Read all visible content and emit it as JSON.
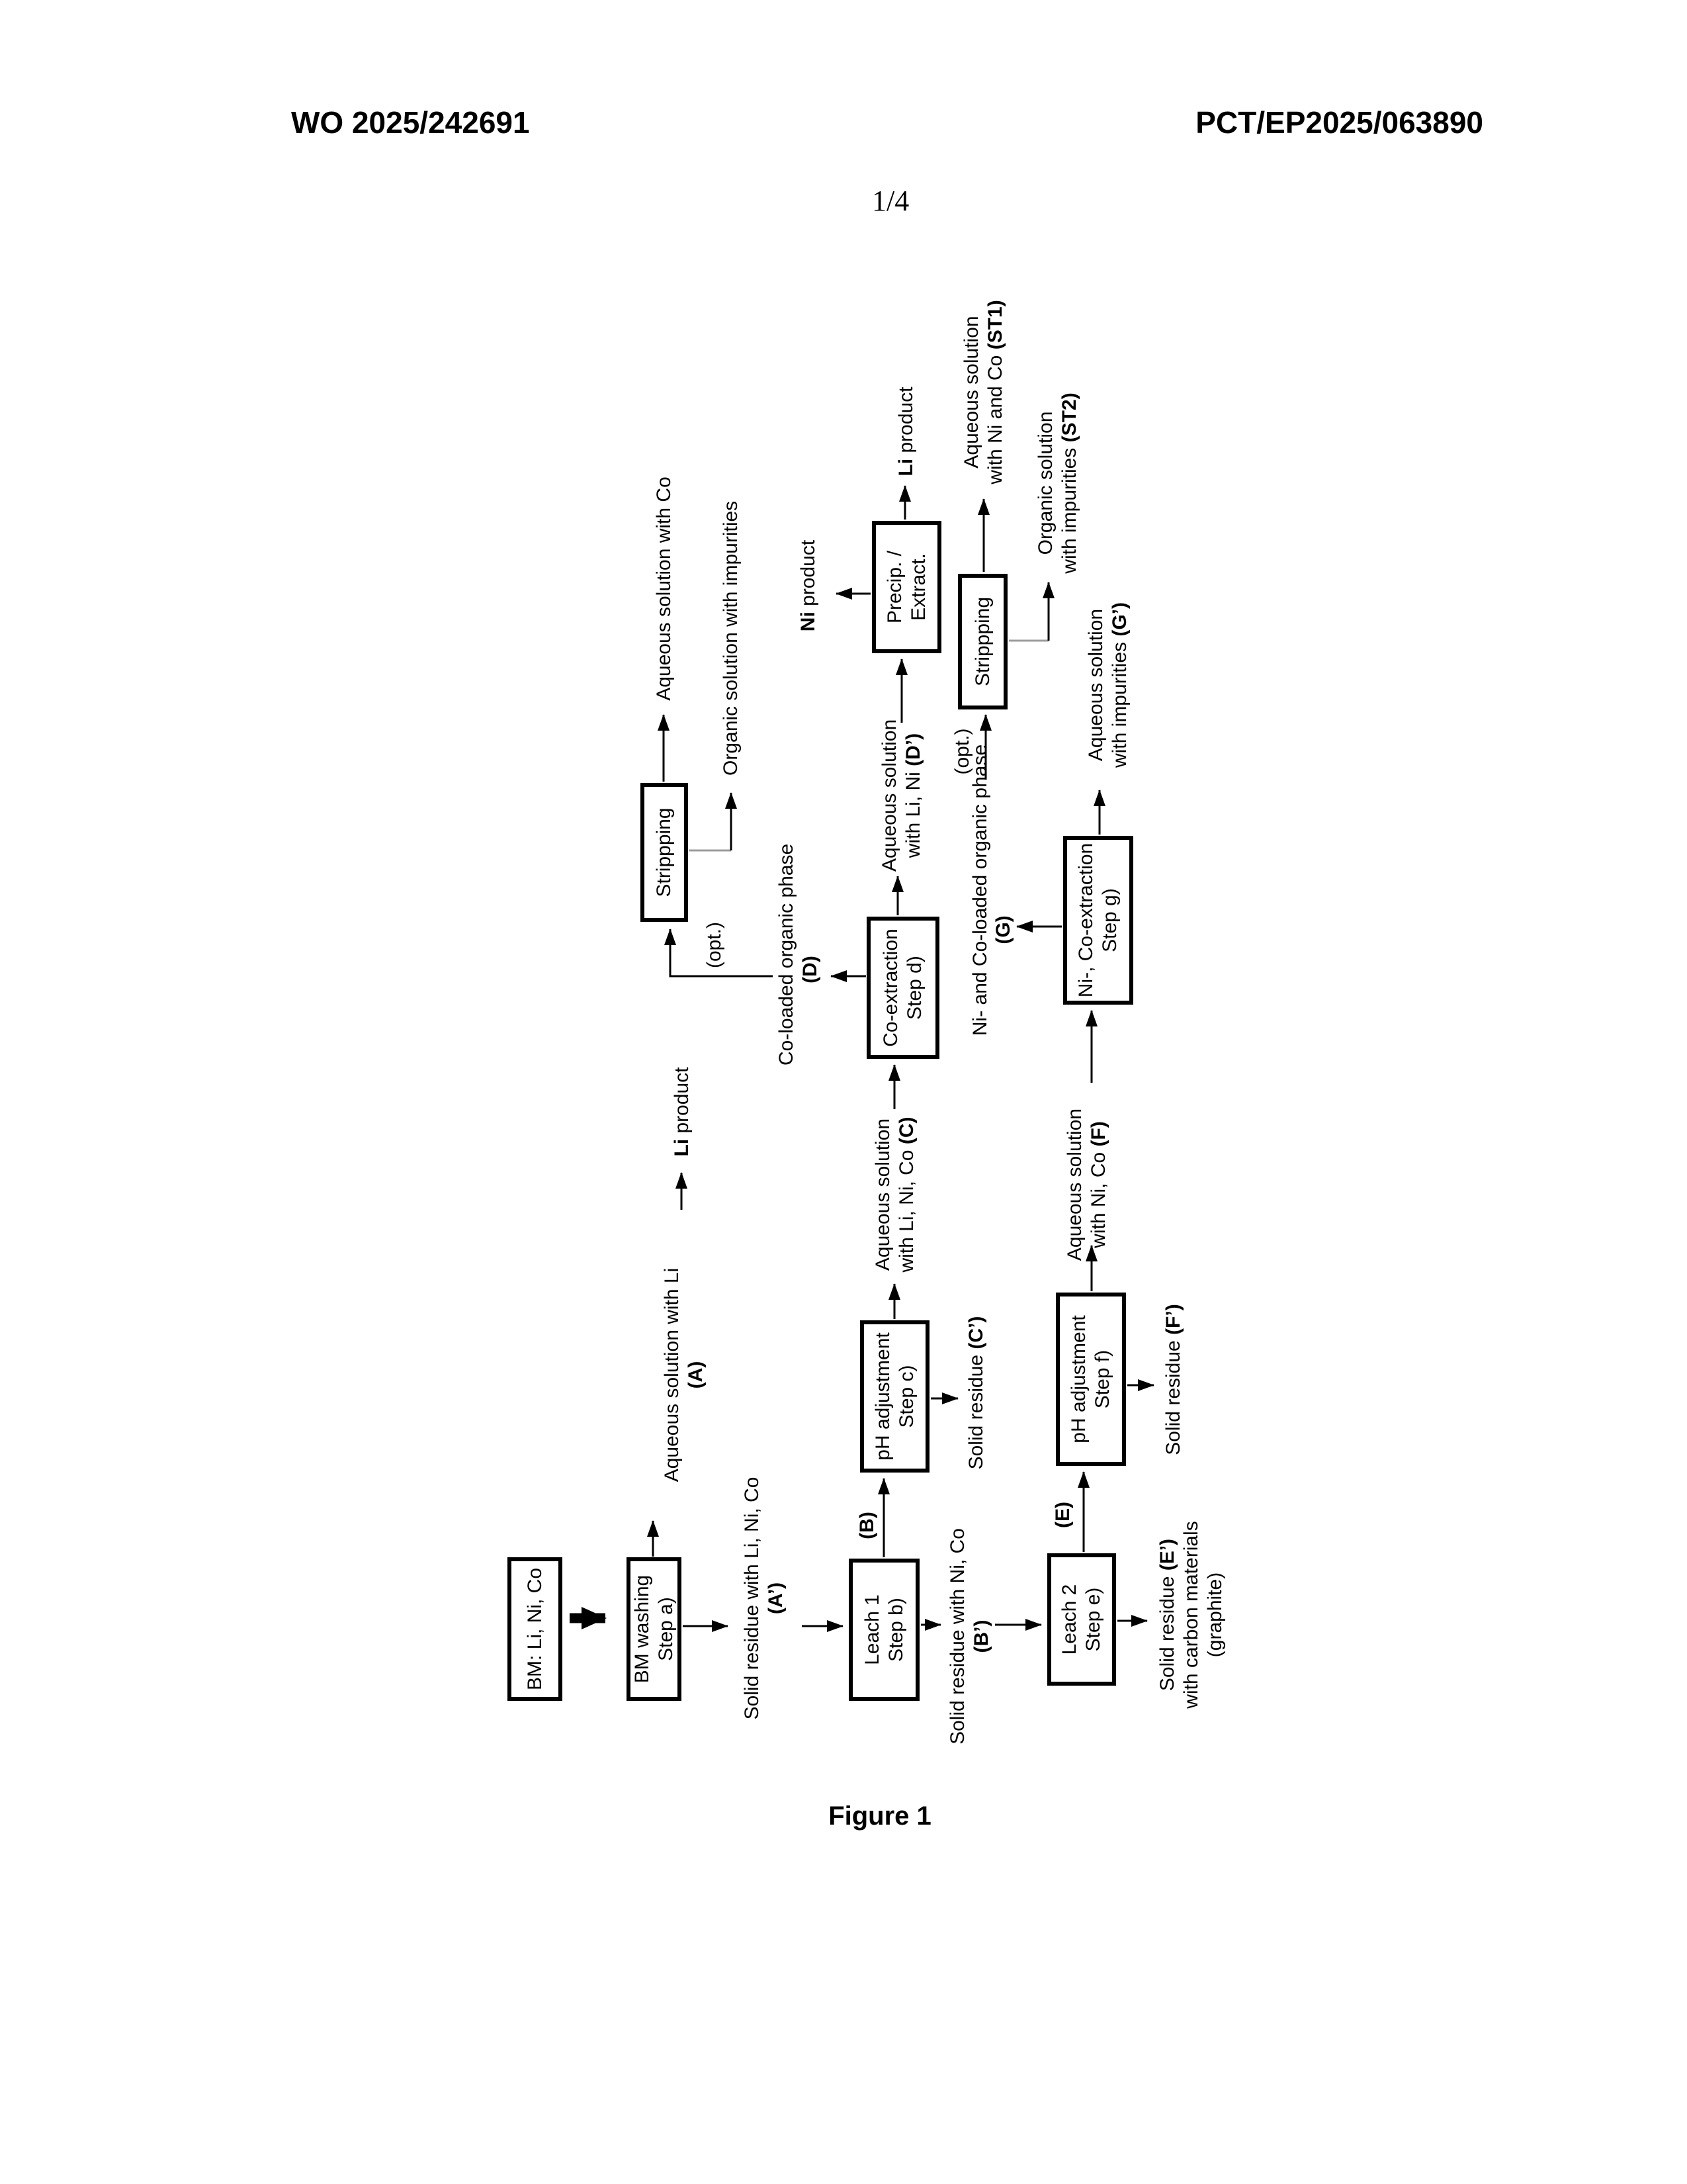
{
  "header": {
    "left": "WO 2025/242691",
    "right": "PCT/EP2025/063890",
    "page": "1/4"
  },
  "figure": {
    "caption": "Figure 1"
  },
  "boxes": {
    "bm": {
      "l1": "BM: Li, Ni, Co"
    },
    "bm_washing": {
      "l1": "BM washing",
      "l2": "Step a)"
    },
    "leach1": {
      "l1": "Leach 1",
      "l2": "Step b)"
    },
    "leach2": {
      "l1": "Leach 2",
      "l2": "Step e)"
    },
    "ph_c": {
      "l1": "pH adjustment",
      "l2": "Step c)"
    },
    "ph_f": {
      "l1": "pH adjustment",
      "l2": "Step f)"
    },
    "co_ext": {
      "l1": "Co-extraction",
      "l2": "Step d)"
    },
    "nico_ext": {
      "l1": "Ni-, Co-extraction",
      "l2": "Step g)"
    },
    "strip1": {
      "l1": "Strippping"
    },
    "precip": {
      "l1": "Precip. /",
      "l2": "Extract."
    },
    "strip2": {
      "l1": "Strippping"
    }
  },
  "labels": {
    "aq_a": {
      "l1": "Aqueous solution with Li",
      "l2": "(A)"
    },
    "li_product_1": {
      "strong": "Li",
      "rest": " product"
    },
    "solid_a": {
      "l1": "Solid residue with Li, Ni, Co",
      "l2": "(A’)"
    },
    "b": "(B)",
    "solid_b": {
      "l1": "Solid residue with Ni, Co",
      "l2": "(B’)"
    },
    "e": "(E)",
    "solid_e": {
      "l1a": "Solid residue ",
      "l1b": "(E’)",
      "l2": "with carbon materials",
      "l3": "(graphite)"
    },
    "solid_c": {
      "l1a": "Solid residue ",
      "l1b": "(C’)"
    },
    "solid_f": {
      "l1a": "Solid residue ",
      "l1b": "(F’)"
    },
    "aq_c": {
      "l1": "Aqueous solution",
      "l2a": "with Li, Ni, Co ",
      "l2b": "(C)"
    },
    "aq_f": {
      "l1": "Aqueous solution",
      "l2a": "with Ni, Co ",
      "l2b": "(F)"
    },
    "co_loaded": {
      "l1": "Co-loaded organic phase",
      "l2": "(D)"
    },
    "opt1": "(opt.)",
    "aq_co": "Aqueous solution with Co",
    "org_imp": "Organic solution with impurities",
    "aq_dp": {
      "l1": "Aqueous solution",
      "l2a": "with Li, Ni ",
      "l2b": "(D’)"
    },
    "ni_product": {
      "strong": "Ni",
      "rest": " product"
    },
    "li_product_2": {
      "strong": "Li",
      "rest": " product"
    },
    "aq_st1": {
      "l1": "Aqueous solution",
      "l2a": "with Ni and Co ",
      "l2b": "(ST1)"
    },
    "org_st2": {
      "l1": "Organic solution",
      "l2a": "with impurities ",
      "l2b": "(ST2)"
    },
    "ni_g": {
      "l1": "Ni- and Co-loaded organic phase",
      "l2": "(G)"
    },
    "aq_gp": {
      "l1": "Aqueous solution",
      "l2a": "with impurities ",
      "l2b": "(G’)"
    },
    "opt2": "(opt.)"
  }
}
